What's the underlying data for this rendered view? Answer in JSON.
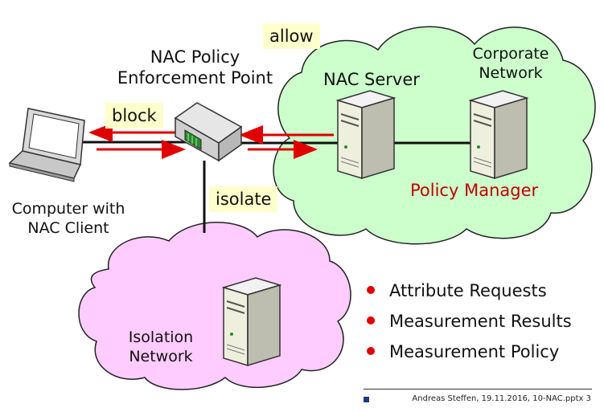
{
  "labels": {
    "allow": "allow",
    "block": "block",
    "isolate": "isolate",
    "pep_line1": "NAC Policy",
    "pep_line2": "Enforcement Point",
    "nac_server": "NAC Server",
    "corporate_line1": "Corporate",
    "corporate_line2": "Network",
    "policy_manager": "Policy Manager",
    "computer_line1": "Computer with",
    "computer_line2": "NAC Client",
    "isolation_line1": "Isolation",
    "isolation_line2": "Network"
  },
  "bullets": [
    "Attribute Requests",
    "Measurement Results",
    "Measurement Policy"
  ],
  "footer": "Andreas Steffen, 19.11.2016, 10-NAC.pptx 3",
  "colors": {
    "corporate_cloud": "#ccffcc",
    "isolation_cloud": "#ffccff",
    "tag_bg": "#ffffcc",
    "arrow": "#e00000",
    "policy_manager_text": "#c00000",
    "bullet": "#e00000"
  }
}
